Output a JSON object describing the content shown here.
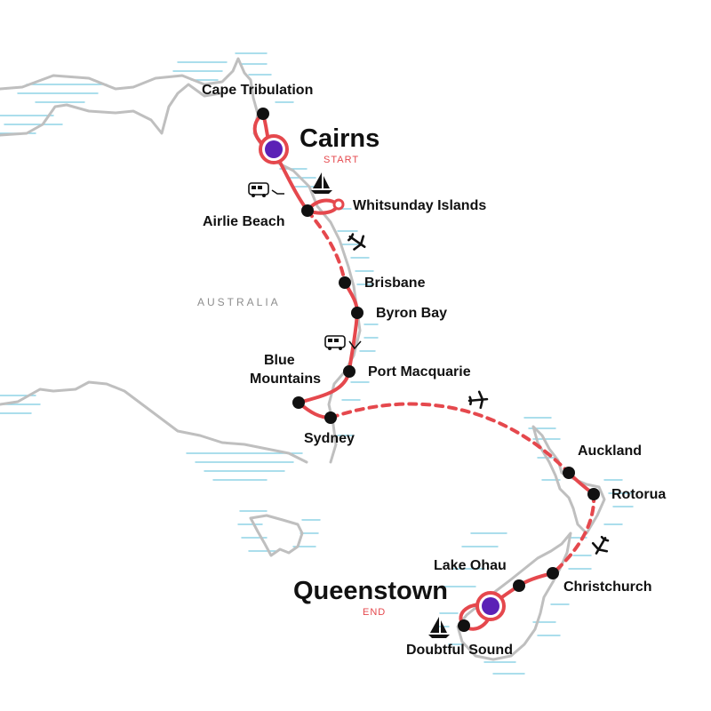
{
  "map": {
    "country_label": "AUSTRALIA",
    "start_tag": "START",
    "end_tag": "END",
    "colors": {
      "route": "#e5484d",
      "marker_fill": "#111111",
      "major_marker": "#5b21b6",
      "coast": "#bfbfbf",
      "water": "#8fd3e6",
      "tag": "#e5484d"
    },
    "places": [
      {
        "id": "cape-tribulation",
        "label": "Cape Tribulation"
      },
      {
        "id": "cairns",
        "label": "Cairns"
      },
      {
        "id": "airlie-beach",
        "label": "Airlie Beach"
      },
      {
        "id": "whitsunday-islands",
        "label": "Whitsunday Islands"
      },
      {
        "id": "brisbane",
        "label": "Brisbane"
      },
      {
        "id": "byron-bay",
        "label": "Byron Bay"
      },
      {
        "id": "blue-mountains-1",
        "label": "Blue"
      },
      {
        "id": "blue-mountains-2",
        "label": "Mountains"
      },
      {
        "id": "port-macquarie",
        "label": "Port Macquarie"
      },
      {
        "id": "sydney",
        "label": "Sydney"
      },
      {
        "id": "auckland",
        "label": "Auckland"
      },
      {
        "id": "rotorua",
        "label": "Rotorua"
      },
      {
        "id": "lake-ohau",
        "label": "Lake Ohau"
      },
      {
        "id": "christchurch",
        "label": "Christchurch"
      },
      {
        "id": "queenstown",
        "label": "Queenstown"
      },
      {
        "id": "doubtful-sound",
        "label": "Doubtful Sound"
      }
    ],
    "transport_icons": [
      "bus-icon",
      "bus-icon",
      "boat-icon",
      "boat-icon",
      "plane-icon",
      "plane-icon",
      "plane-icon"
    ]
  }
}
